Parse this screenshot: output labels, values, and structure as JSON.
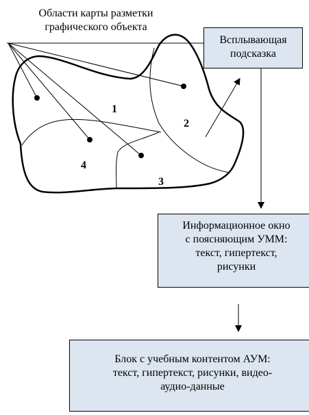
{
  "caption": {
    "line1": "Области карты разметки",
    "line2": "графического объекта"
  },
  "regions": [
    "1",
    "2",
    "3",
    "4"
  ],
  "tooltip_box": {
    "line1": "Всплывающая",
    "line2": "подсказка"
  },
  "info_box": {
    "line1": "Информационное окно",
    "line2": "с поясняющим УММ:",
    "line3": "текст, гипертекст,",
    "line4": "рисунки"
  },
  "learning_box": {
    "line1": "Блок с учебным контентом АУМ:",
    "line2": "текст, гипертекст, рисунки,  видео-",
    "line3": "аудио-данные"
  },
  "colors": {
    "box_fill": "#dde6f0",
    "stroke": "#000000"
  }
}
